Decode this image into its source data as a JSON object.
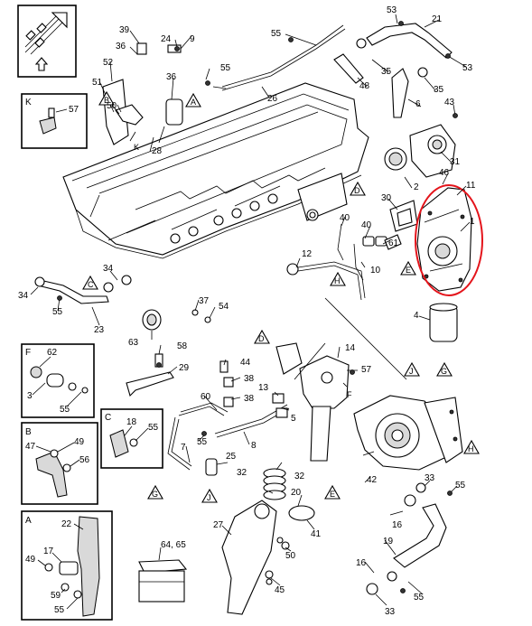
{
  "colors": {
    "line": "#000000",
    "highlight": "#e4141b",
    "background": "#ffffff"
  },
  "icons": [
    "direction-arrows-icon",
    "up-arrow-icon",
    "battery-package-icon"
  ],
  "triangle_markers": [
    "A",
    "B",
    "C",
    "D",
    "E",
    "F",
    "G",
    "H",
    "J"
  ],
  "inset_titles": {
    "K": "K",
    "F": "F",
    "B": "B",
    "C": "C",
    "A": "A"
  },
  "labels": {
    "L53a": "53",
    "L21": "21",
    "L53b": "53",
    "L35a": "35",
    "L35b": "35",
    "L48": "48",
    "L43": "43",
    "L6": "6",
    "L31": "31",
    "L46": "46",
    "L11": "11",
    "L1": "1",
    "L2": "2",
    "L30": "30",
    "L61": "61",
    "L40a": "40",
    "L40b": "40",
    "L10": "10",
    "L4": "4",
    "L39": "39",
    "L36a": "36",
    "L24": "24",
    "L9": "9",
    "L52": "52",
    "L36b": "36",
    "L55a": "55",
    "L26": "26",
    "L55b": "55",
    "L51": "51",
    "L50a": "50",
    "L28": "28",
    "L57a": "57",
    "L12": "12",
    "L34a": "34",
    "L34b": "34",
    "L55c": "55",
    "L23": "23",
    "L63": "63",
    "L37": "37",
    "L54": "54",
    "L58": "58",
    "L29": "29",
    "L62": "62",
    "L3": "3",
    "L55d": "55",
    "L14": "14",
    "L13": "13",
    "L57b": "57",
    "L44": "44",
    "L38a": "38",
    "L38b": "38",
    "L60": "60",
    "L5": "5",
    "L7": "7",
    "L55e": "55",
    "L25": "25",
    "L8": "8",
    "L18": "18",
    "L55f": "55",
    "L47": "47",
    "L49a": "49",
    "L56": "56",
    "L32a": "32",
    "L32b": "32",
    "L20": "20",
    "L41": "41",
    "L42": "42",
    "L33a": "33",
    "L55g": "55",
    "L16a": "16",
    "L19": "19",
    "L16b": "16",
    "L55h": "55",
    "L33b": "33",
    "L27": "27",
    "L50b": "50",
    "L45": "45",
    "L64": "64, 65",
    "L22": "22",
    "L49b": "49",
    "L17": "17",
    "L59": "59",
    "L55i": "55"
  }
}
